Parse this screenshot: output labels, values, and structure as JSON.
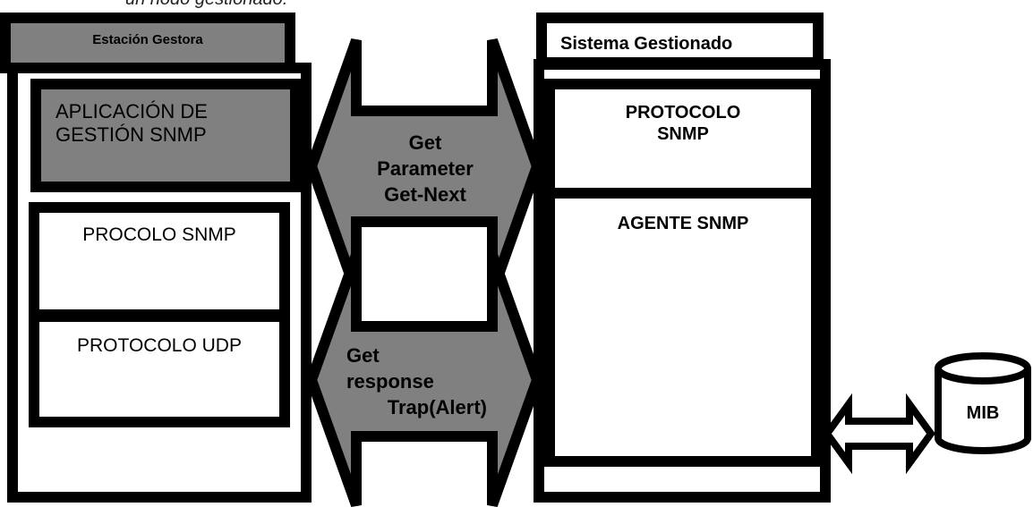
{
  "top_caption": "un nodo gestionado.",
  "manager": {
    "title": "Estación Gestora",
    "application_line1": "APLICACIÓN DE",
    "application_line2": "GESTIÓN SNMP",
    "protocol_snmp": "PROCOLO SNMP",
    "protocol_udp": "PROTOCOLO UDP"
  },
  "messages": {
    "upper_line1": "Get",
    "upper_line2": "Parameter",
    "upper_line3": "Get-Next",
    "lower_line1": "Get",
    "lower_line2": "response",
    "lower_line3": "Trap(Alert)"
  },
  "managed": {
    "title": "Sistema Gestionado",
    "protocol_line1": "PROTOCOLO",
    "protocol_line2": "SNMP",
    "agent": "AGENTE SNMP"
  },
  "mib": {
    "label": "MIB"
  },
  "colors": {
    "gray_fill": "#808080",
    "border": "#000000"
  }
}
